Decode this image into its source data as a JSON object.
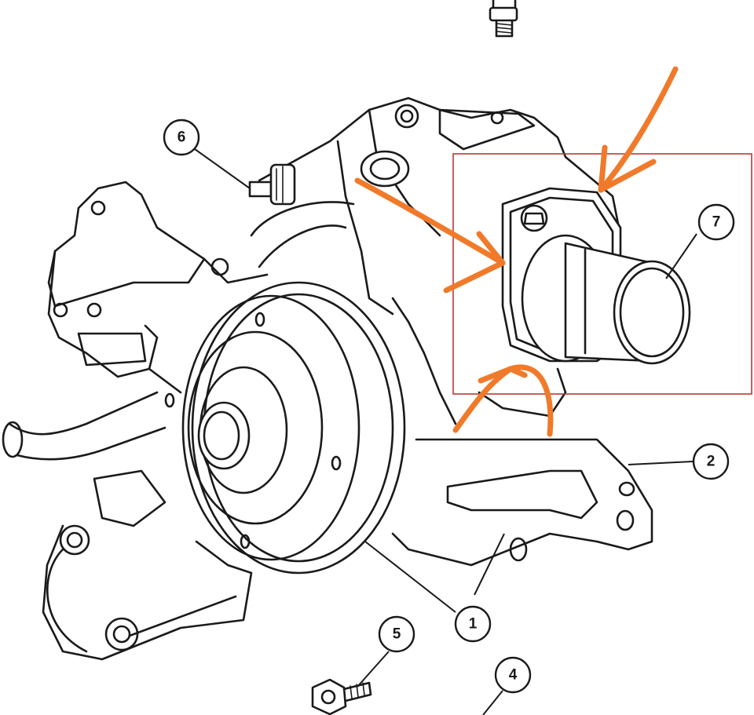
{
  "callouts": [
    {
      "label": "1"
    },
    {
      "label": "2"
    },
    {
      "label": "4"
    },
    {
      "label": "5"
    },
    {
      "label": "6"
    },
    {
      "label": "7"
    }
  ],
  "colors": {
    "annotation_arrow": "#F07A2A",
    "highlight_box": "#B83A3A",
    "line": "#1A1A1A",
    "background": "#FFFFFF"
  }
}
